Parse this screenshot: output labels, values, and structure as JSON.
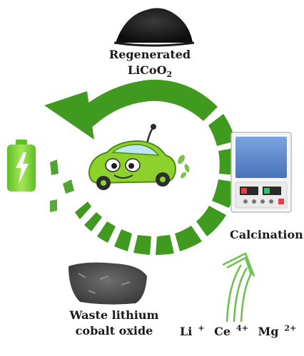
{
  "labels": {
    "regenerated_line1": "Regenerated",
    "regenerated_line2_main": "LiCoO",
    "regenerated_line2_sub": "2",
    "calcination": "Calcination",
    "waste_line1": "Waste lithium",
    "waste_line2": "cobalt oxide",
    "ions": [
      {
        "symbol": "Li",
        "charge": "+"
      },
      {
        "symbol": "Ce",
        "charge": "4+"
      },
      {
        "symbol": "Mg",
        "charge": "2+"
      }
    ]
  },
  "colors": {
    "cycle_green": "#3f9a1f",
    "battery_green": "#7fd23a",
    "car_green": "#8cd12c",
    "furnace_blue": "#5b86c9",
    "arrow_outline": "#6cc04a"
  },
  "icons": {
    "regenerated_powder": "black-powder-pile",
    "battery": "battery-icon",
    "car": "electric-car-icon",
    "furnace": "muffle-furnace-icon",
    "waste_material": "grey-powder-icon",
    "upward_arrow": "curved-arrow-icon"
  }
}
